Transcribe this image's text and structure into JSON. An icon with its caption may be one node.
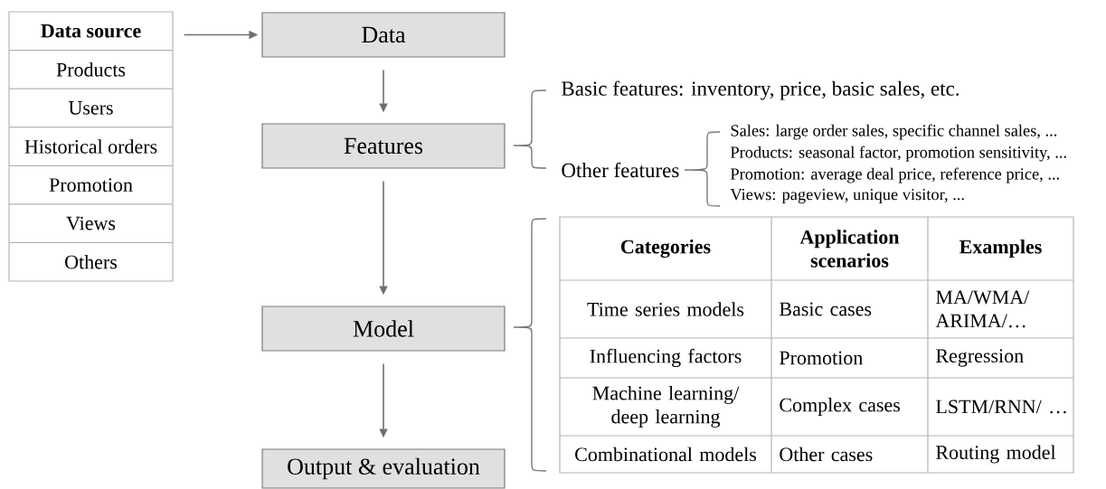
{
  "diagram": {
    "nodes": [
      {
        "text": [
          "Data source",
          "Products",
          "Users",
          "Historical orders",
          "Promotion",
          "Views",
          "Others"
        ]
      },
      {
        "text": [
          "Data"
        ]
      },
      {
        "text": [
          "Features"
        ]
      },
      {
        "text": [
          "Model"
        ]
      },
      {
        "text": [
          "Output & evaluation"
        ]
      }
    ],
    "edges": [
      {
        "from": 0,
        "to": 1,
        "arrow": "to"
      },
      {
        "from": 1,
        "to": 2,
        "arrow": "to"
      },
      {
        "from": 2,
        "to": 3,
        "arrow": "to"
      },
      {
        "from": 3,
        "to": 4,
        "arrow": "to"
      }
    ],
    "labels": [
      "Basic features: inventory, price, basic sales, etc.",
      "Other features",
      "Sales: large order sales, specific channel sales, ...",
      "Products: seasonal factor, promotion sensitivity, ...",
      "Promotion: average deal price, reference price, ...",
      "Views: pageview, unique visitor, ...",
      "Categories",
      "Application scenarios",
      "Examples",
      "Time series models",
      "Basic cases",
      "MA/WMA/ARIMA/…",
      "Influencing factors",
      "Promotion",
      "Regression",
      "Machine learning/ deep learning",
      "Complex cases",
      "LSTM/RNN/ …",
      "Combinational models",
      "Other cases",
      "Routing model"
    ]
  }
}
